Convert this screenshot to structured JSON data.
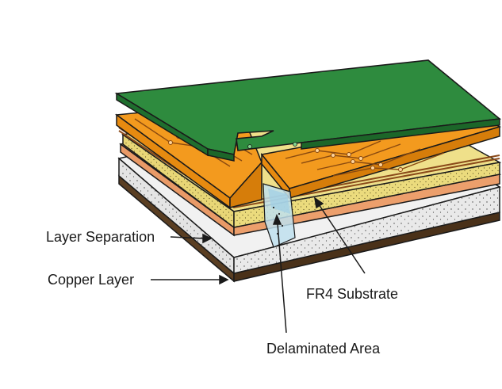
{
  "labels": {
    "layer_separation": "Layer Separation",
    "copper_layer": "Copper Layer",
    "fr4_substrate": "FR4 Substrate",
    "delaminated_area": "Delaminated Area"
  },
  "colors": {
    "solder_mask": "#2e8b3e",
    "copper_foil": "#f39a1e",
    "prepreg": "#efe08a",
    "inner_copper": "#f2ad7e",
    "fr4_white": "#f1f1f1",
    "base_brown": "#5a3e22",
    "delamination": "#bfe0ef",
    "outline": "#1a1a1a"
  }
}
